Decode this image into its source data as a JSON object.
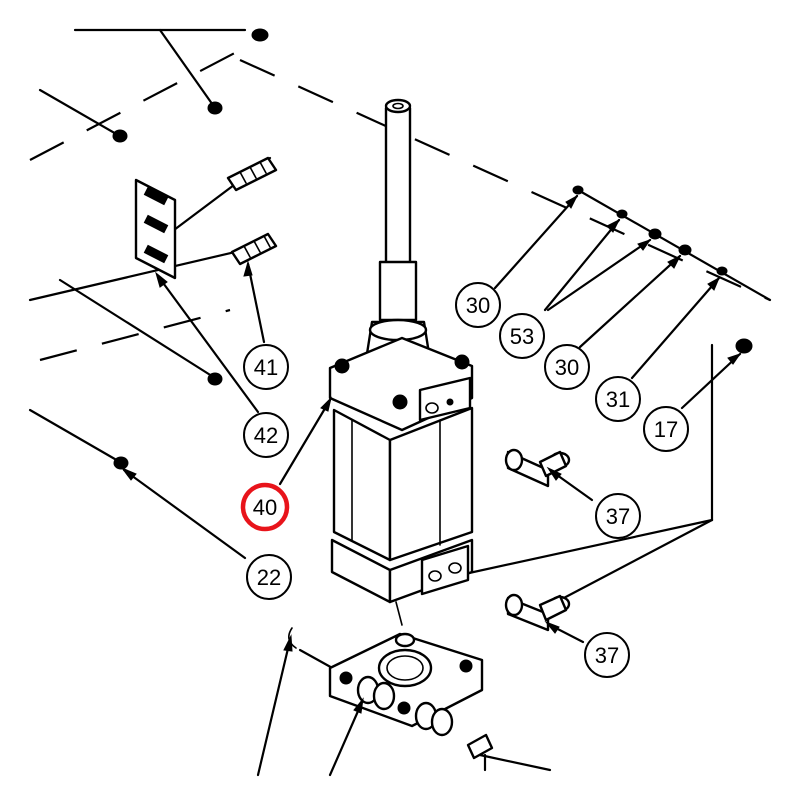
{
  "callouts": [
    {
      "label": "30",
      "highlight": false
    },
    {
      "label": "53",
      "highlight": false
    },
    {
      "label": "30",
      "highlight": false
    },
    {
      "label": "31",
      "highlight": false
    },
    {
      "label": "17",
      "highlight": false
    },
    {
      "label": "41",
      "highlight": false
    },
    {
      "label": "42",
      "highlight": false
    },
    {
      "label": "40",
      "highlight": true
    },
    {
      "label": "22",
      "highlight": false
    },
    {
      "label": "37",
      "highlight": false
    },
    {
      "label": "37",
      "highlight": false
    }
  ],
  "colors": {
    "line": "#000000",
    "highlight": "#e8141b",
    "background": "#ffffff"
  }
}
